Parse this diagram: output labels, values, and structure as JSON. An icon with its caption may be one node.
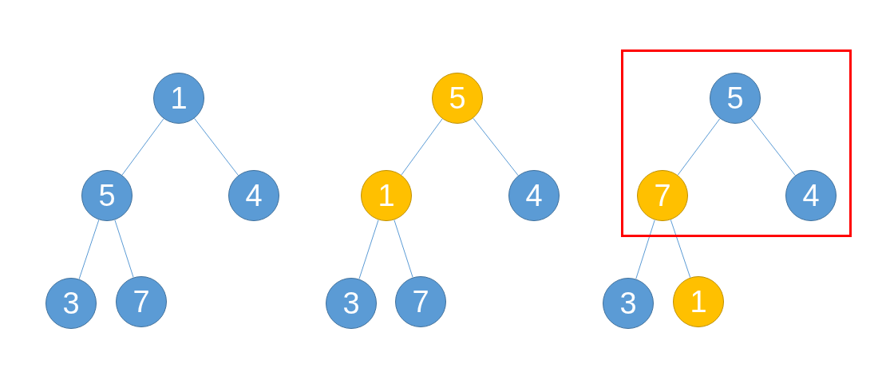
{
  "diagram": {
    "nodes": [
      {
        "text": [
          "1"
        ]
      },
      {
        "text": [
          "5"
        ]
      },
      {
        "text": [
          "4"
        ]
      },
      {
        "text": [
          "3"
        ]
      },
      {
        "text": [
          "7"
        ]
      },
      {
        "text": [
          "5"
        ]
      },
      {
        "text": [
          "1"
        ]
      },
      {
        "text": [
          "4"
        ]
      },
      {
        "text": [
          "3"
        ]
      },
      {
        "text": [
          "7"
        ]
      },
      {
        "text": [],
        "shape": "box"
      },
      {
        "text": [
          "5"
        ],
        "in": 10
      },
      {
        "text": [
          "7"
        ],
        "in": 10
      },
      {
        "text": [
          "4"
        ],
        "in": 10
      },
      {
        "text": [
          "3"
        ]
      },
      {
        "text": [
          "1"
        ]
      }
    ],
    "edges": [
      {
        "from": 0,
        "to": 1,
        "arrow": "none"
      },
      {
        "from": 0,
        "to": 2,
        "arrow": "none"
      },
      {
        "from": 1,
        "to": 3,
        "arrow": "none"
      },
      {
        "from": 1,
        "to": 4,
        "arrow": "none"
      },
      {
        "from": 5,
        "to": 6,
        "arrow": "none"
      },
      {
        "from": 5,
        "to": 7,
        "arrow": "none"
      },
      {
        "from": 6,
        "to": 8,
        "arrow": "none"
      },
      {
        "from": 6,
        "to": 9,
        "arrow": "none"
      },
      {
        "from": 11,
        "to": 12,
        "arrow": "none"
      },
      {
        "from": 11,
        "to": 13,
        "arrow": "none"
      },
      {
        "from": 12,
        "to": 14,
        "arrow": "none"
      },
      {
        "from": 12,
        "to": 15,
        "arrow": "none"
      }
    ]
  }
}
